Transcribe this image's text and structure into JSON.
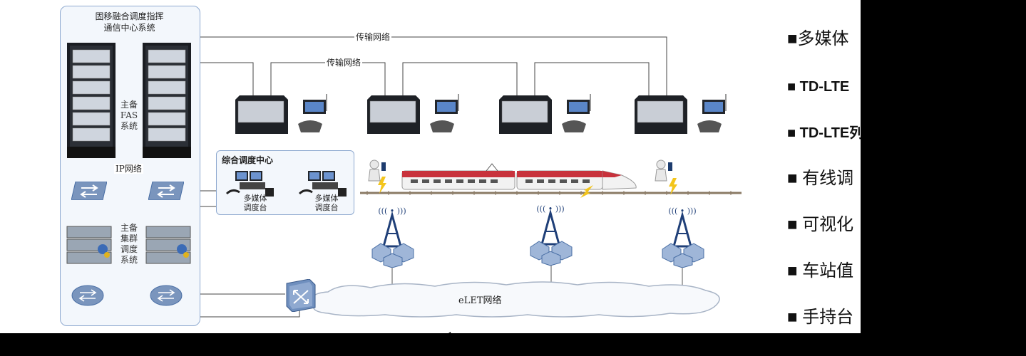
{
  "system_center": {
    "title_line1": "固移融合调度指挥",
    "title_line2": "通信中心系统"
  },
  "fas": {
    "line1": "主备",
    "line2": "FAS",
    "line3": "系统"
  },
  "ip_network": "IP网络",
  "cluster": {
    "line1": "主备",
    "line2": "集群",
    "line3": "调度",
    "line4": "系统"
  },
  "transport_top": "传输网络",
  "transport_mid": "传输网络",
  "dispatch_center": {
    "title": "综合调度中心",
    "console_a_line1": "多媒体",
    "console_a_line2": "调度台",
    "console_b_line1": "多媒体",
    "console_b_line2": "调度台"
  },
  "elet_network": "eLET网络",
  "bullet_list": [
    "■多媒体",
    "■  TD-LTE",
    "■ TD-LTE列",
    "■  有线调",
    "■  可视化",
    "■  车站值",
    "■  手持台"
  ],
  "colors": {
    "accent": "#4a6fa5",
    "dispatch_bg": "#f3f7fc",
    "train_red": "#c8323c",
    "tower_blue": "#1f3f78",
    "hex_fill": "#9fb6d8"
  }
}
